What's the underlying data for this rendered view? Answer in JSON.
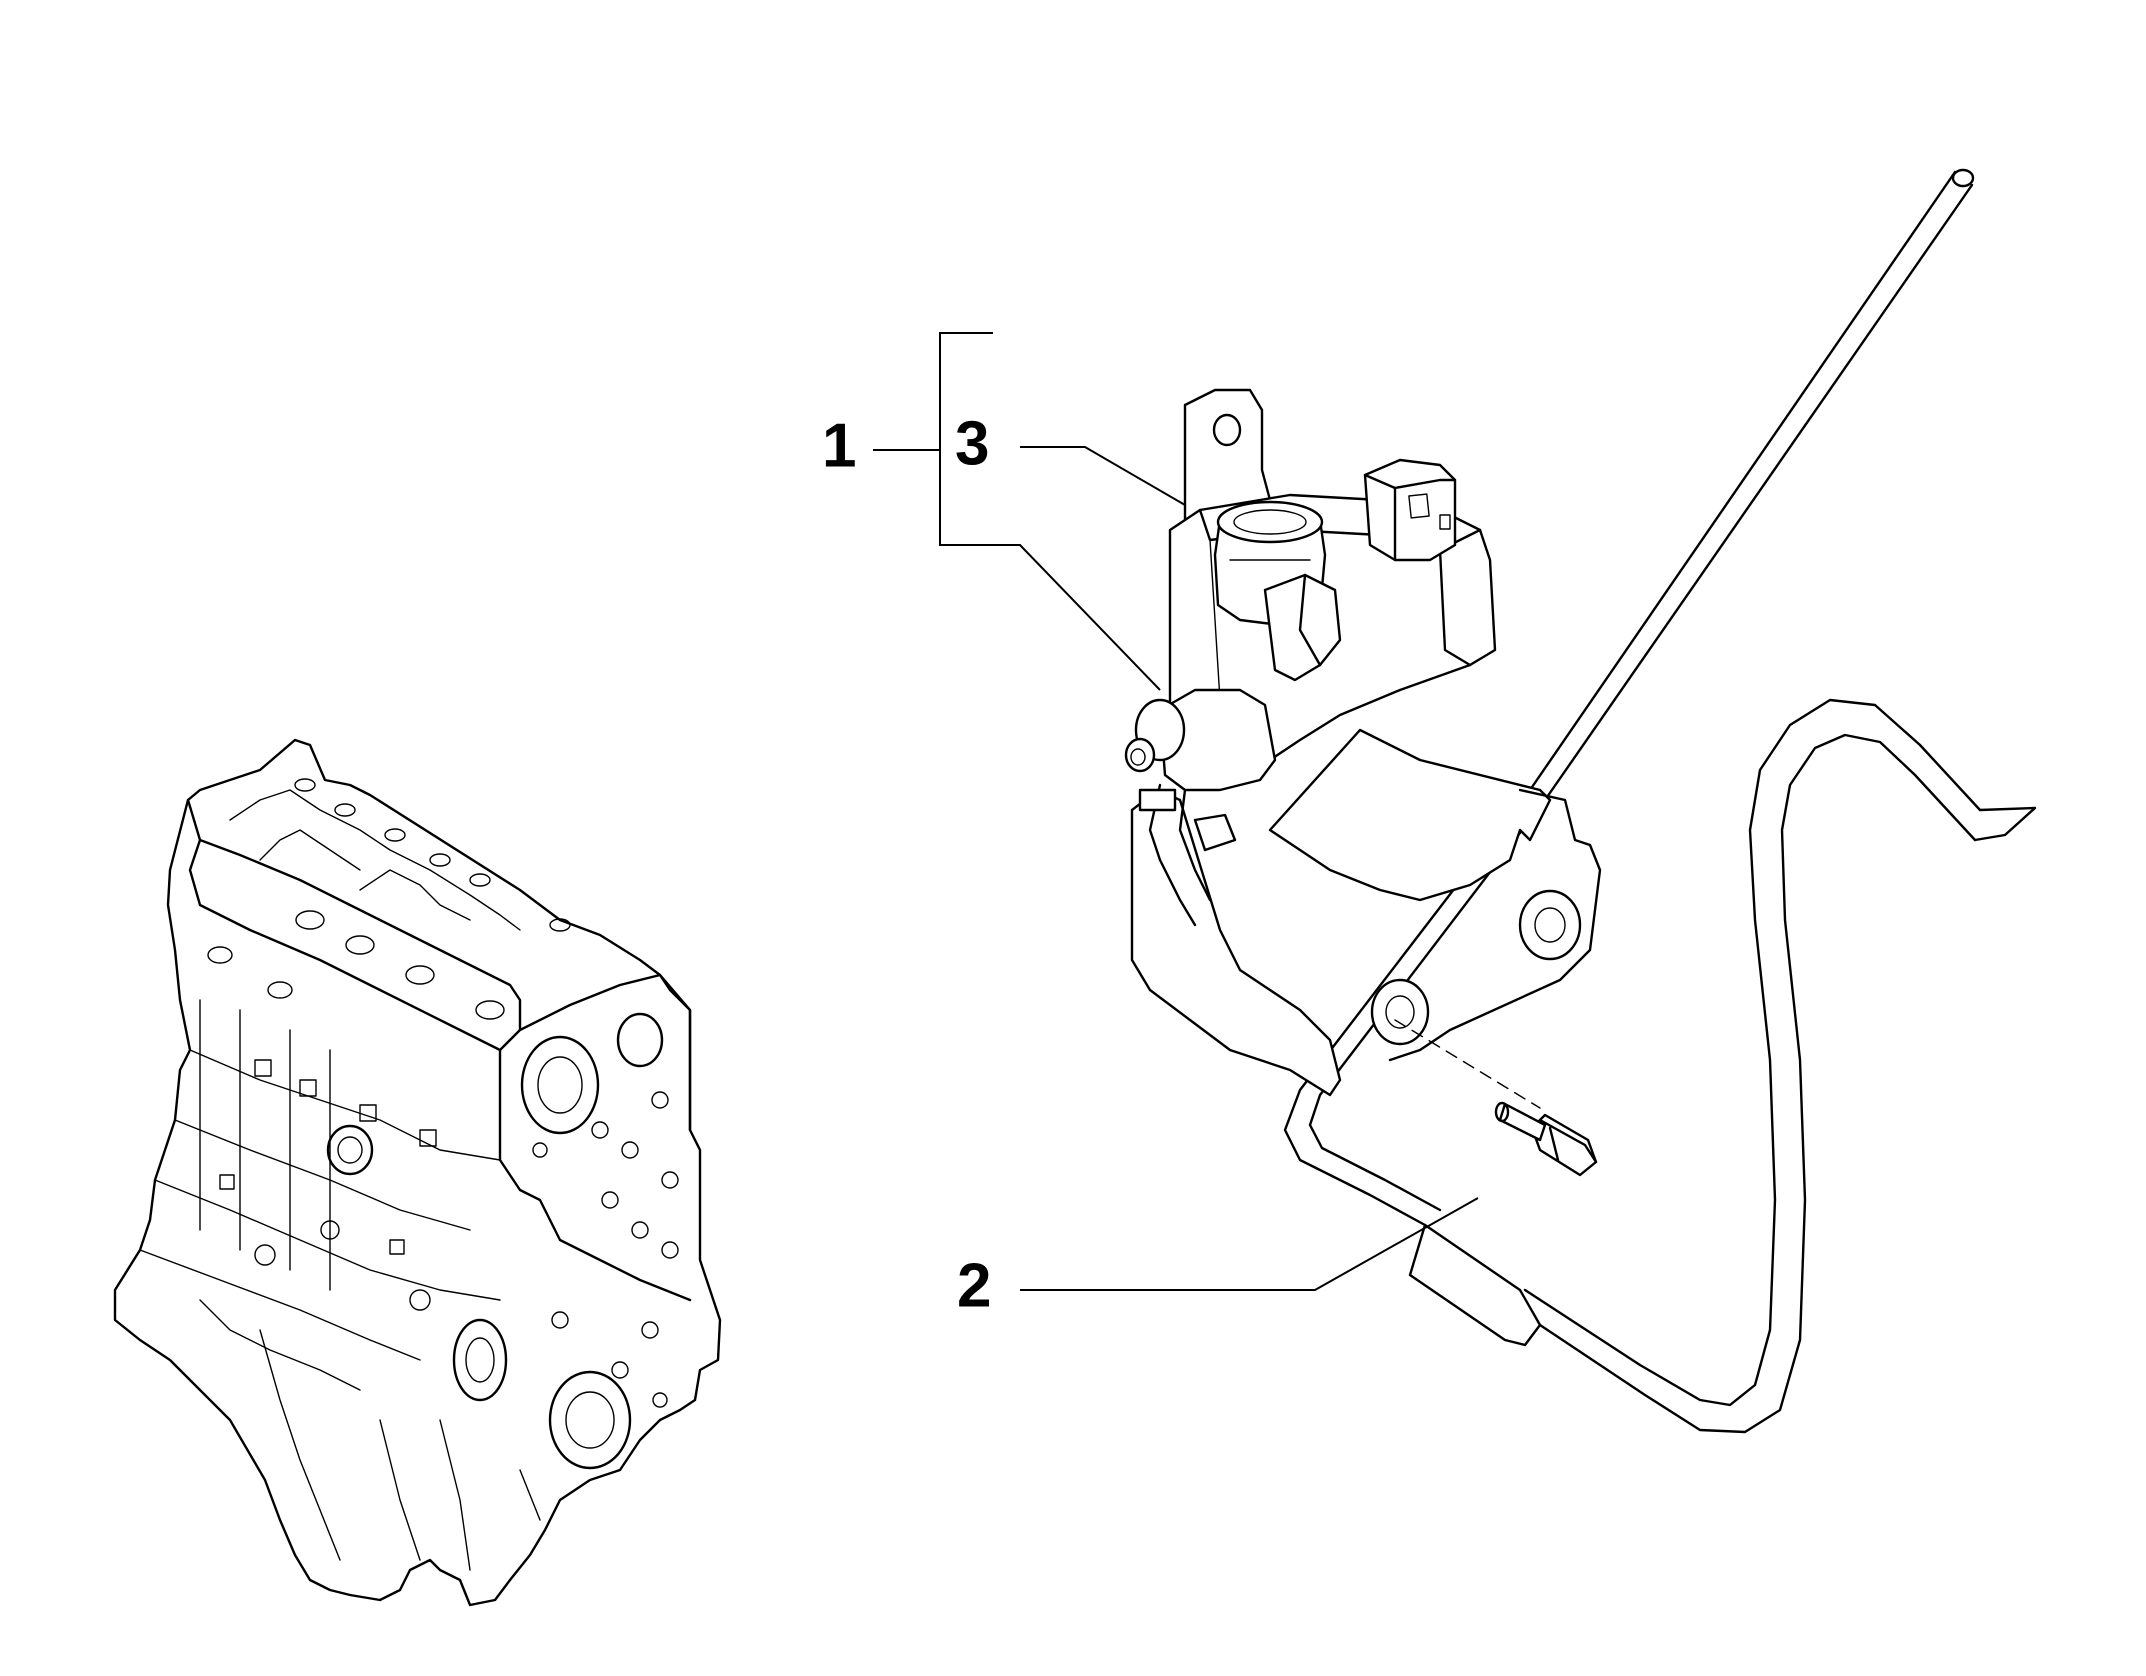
{
  "callouts": {
    "item_1": "1",
    "item_2": "2",
    "item_3": "3"
  }
}
